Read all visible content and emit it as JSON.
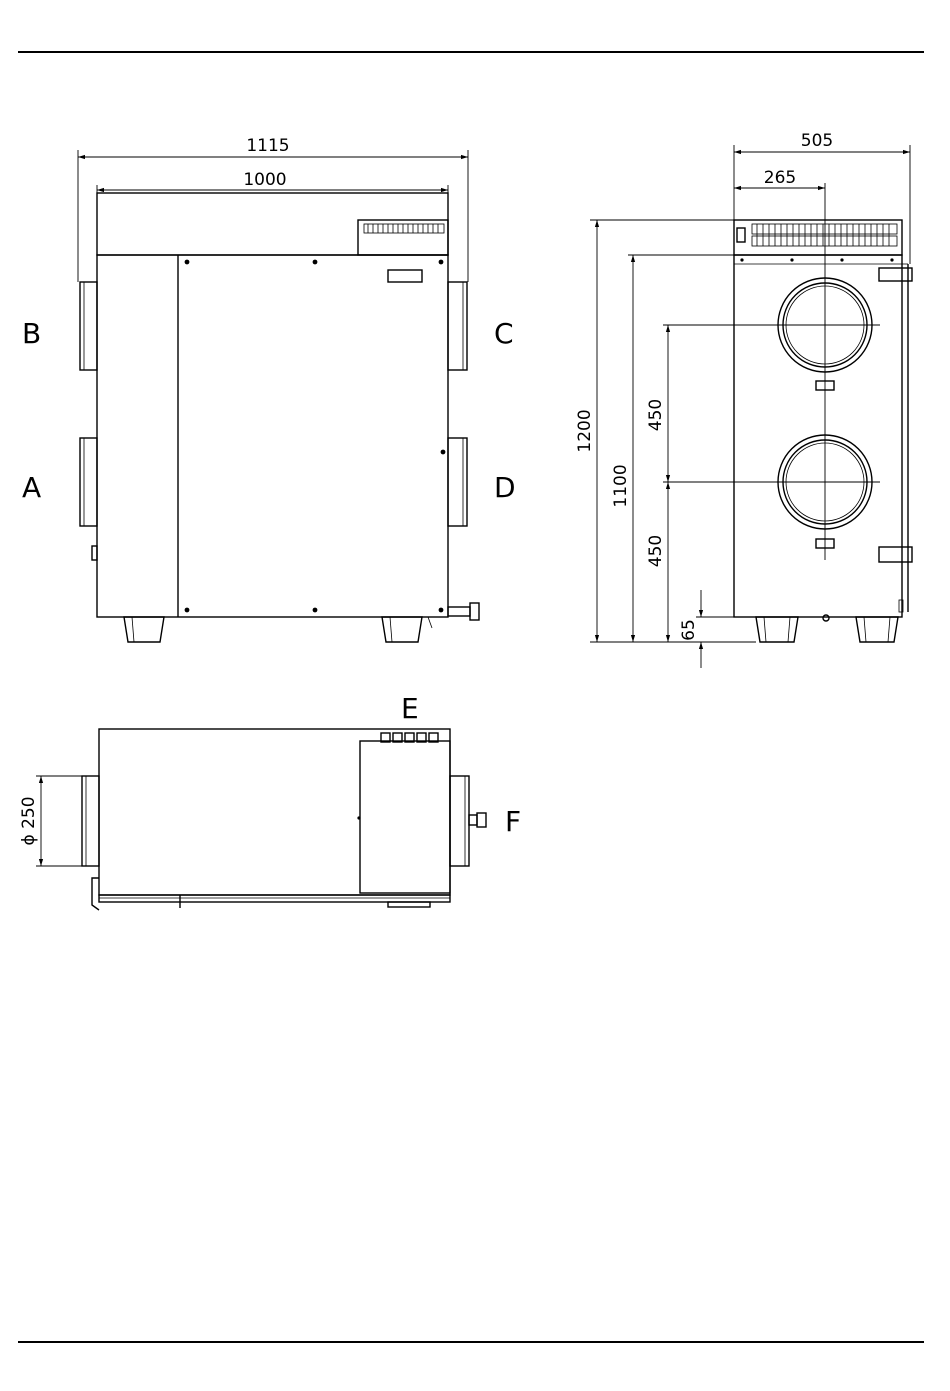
{
  "labels": {
    "port_a": "A",
    "port_b": "B",
    "port_c": "C",
    "port_d": "D",
    "port_e": "E",
    "port_f": "F"
  },
  "dimensions": {
    "overall_width": "1115",
    "body_width": "1000",
    "side_depth": "505",
    "spigot_offset": "265",
    "overall_height": "1200",
    "body_height": "1100",
    "spigot_spacing_upper": "450",
    "spigot_spacing_lower": "450",
    "foot_height": "65",
    "spigot_diameter": "ϕ 250"
  }
}
